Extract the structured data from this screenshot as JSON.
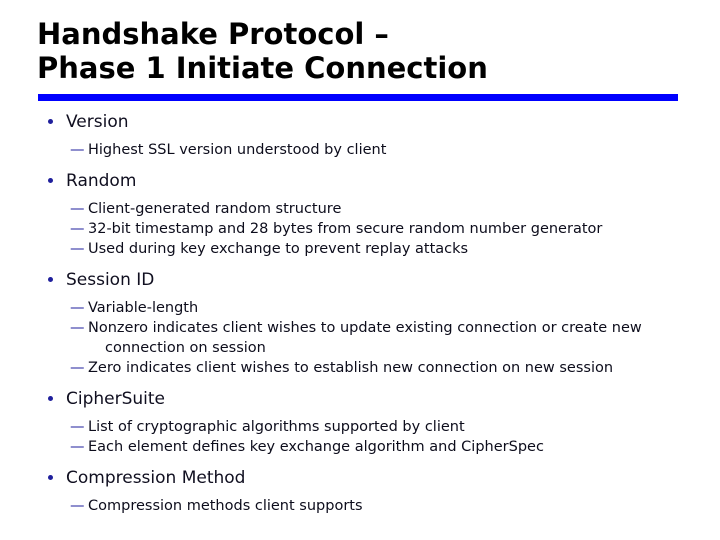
{
  "slide": {
    "title_lines": [
      "Handshake Protocol –",
      "Phase 1 Initiate Connection"
    ],
    "accent_color": "#0000ff",
    "title_color": "#000000",
    "body_color": "#100f20",
    "bullet_color": "#1f1f9c",
    "background": "#ffffff",
    "bullet_glyph": "•",
    "dash_glyph": "—",
    "outline": [
      {
        "label": "Version",
        "sub": [
          "Highest SSL version understood by client"
        ]
      },
      {
        "label": "Random",
        "sub": [
          "Client-generated random structure",
          "32-bit timestamp and 28 bytes from secure random number generator",
          "Used during key exchange to prevent replay attacks"
        ]
      },
      {
        "label": "Session ID",
        "sub": [
          "Variable-length",
          "Nonzero indicates client wishes to update existing connection or create new connection on session",
          "Zero indicates client wishes to establish new connection on new session"
        ]
      },
      {
        "label": "CipherSuite",
        "sub": [
          "List of cryptographic algorithms supported by client",
          "Each element defines key exchange algorithm and CipherSpec"
        ]
      },
      {
        "label": "Compression Method",
        "sub": [
          "Compression methods client supports"
        ]
      }
    ]
  }
}
